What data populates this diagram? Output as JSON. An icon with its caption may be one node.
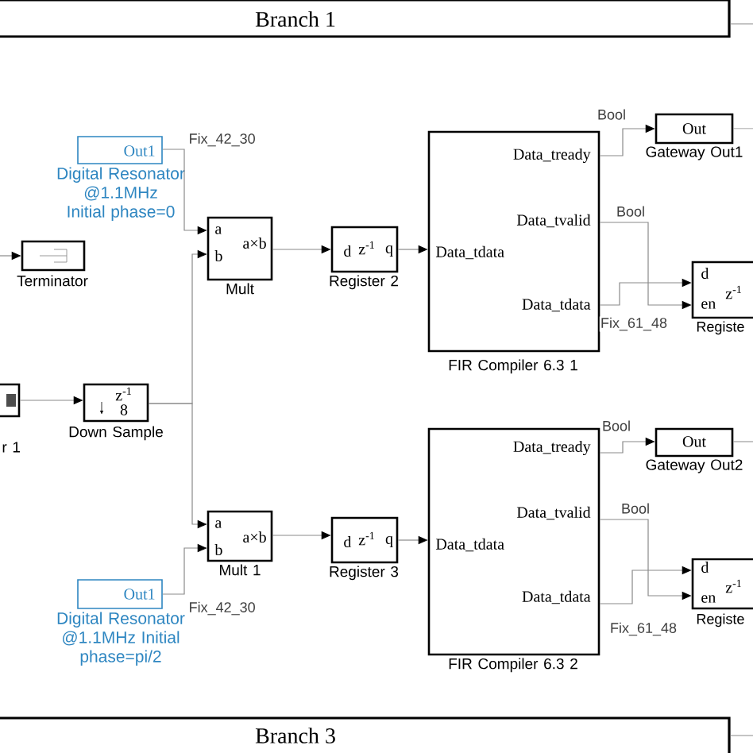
{
  "diagram": {
    "nodes": [
      {
        "text": [
          "Branch 1"
        ]
      },
      {
        "text": [
          "Out1"
        ],
        "beside": [
          "Digital Resonator @1.1MHz Initial phase=0"
        ]
      },
      {
        "text": [],
        "shape": "box",
        "beside": [
          "Terminator"
        ]
      },
      {
        "text": [
          "a",
          "b",
          "a×b"
        ],
        "beside": [
          "Mult"
        ]
      },
      {
        "text": [
          "d",
          "z$^{-1}$",
          "q"
        ],
        "beside": [
          "Register 2"
        ]
      },
      {
        "text": [
          "Data_tready",
          "Data_tvalid",
          "Data_tdata",
          "Data_tdata"
        ],
        "beside": [
          "FIR Compiler 6.3 1"
        ]
      },
      {
        "text": [
          "Out"
        ],
        "beside": [
          "Gateway Out1"
        ]
      },
      {
        "text": [
          "d",
          "en",
          "z$^{-1}$"
        ],
        "beside": [
          "Registe"
        ]
      },
      {
        "text": [],
        "shape": "box",
        "beside": [
          "r 1"
        ]
      },
      {
        "text": [
          "z$^{-1}$",
          "8"
        ],
        "beside": [
          "Down Sample"
        ]
      },
      {
        "text": [
          "a",
          "b",
          "a×b"
        ],
        "beside": [
          "Mult 1"
        ]
      },
      {
        "text": [
          "d",
          "z$^{-1}$",
          "q"
        ],
        "beside": [
          "Register 3"
        ]
      },
      {
        "text": [
          "Out1"
        ],
        "beside": [
          "Digital Resonator @1.1MHz Initial phase=pi/2"
        ]
      },
      {
        "text": [
          "Data_tready",
          "Data_tvalid",
          "Data_tdata",
          "Data_tdata"
        ],
        "beside": [
          "FIR Compiler 6.3 2"
        ]
      },
      {
        "text": [
          "Out"
        ],
        "beside": [
          "Gateway Out2"
        ]
      },
      {
        "text": [
          "d",
          "en",
          "z$^{-1}$"
        ],
        "beside": [
          "Registe"
        ]
      },
      {
        "text": [
          "Branch 3"
        ]
      }
    ],
    "edges": [
      {
        "from": 1,
        "to": 3,
        "arrow": "to",
        "label": "Fix_42_30"
      },
      {
        "from": 9,
        "to": 3,
        "arrow": "to"
      },
      {
        "from": 9,
        "to": 10,
        "arrow": "to"
      },
      {
        "from": 12,
        "to": 10,
        "arrow": "to",
        "label": "Fix_42_30"
      },
      {
        "from": 3,
        "to": 4,
        "arrow": "to"
      },
      {
        "from": 4,
        "to": 5,
        "arrow": "to"
      },
      {
        "from": 5,
        "to": 6,
        "arrow": "to",
        "label": "Bool"
      },
      {
        "from": 5,
        "to": 7,
        "arrow": "to",
        "label": "Bool"
      },
      {
        "from": 5,
        "to": 7,
        "arrow": "to",
        "label": "Fix_61_48"
      },
      {
        "from": 8,
        "to": 9,
        "arrow": "to"
      },
      {
        "from": null,
        "to": 2,
        "arrow": "to"
      },
      {
        "from": 6,
        "to": null,
        "arrow": "none"
      },
      {
        "from": 10,
        "to": 11,
        "arrow": "to"
      },
      {
        "from": 11,
        "to": 13,
        "arrow": "to"
      },
      {
        "from": 13,
        "to": 14,
        "arrow": "to",
        "label": "Bool"
      },
      {
        "from": 13,
        "to": 15,
        "arrow": "to",
        "label": "Bool"
      },
      {
        "from": 13,
        "to": 15,
        "arrow": "to",
        "label": "Fix_61_48"
      },
      {
        "from": 14,
        "to": null,
        "arrow": "none"
      },
      {
        "from": 0,
        "to": null,
        "arrow": "none"
      },
      {
        "from": 16,
        "to": null,
        "arrow": "none"
      }
    ]
  }
}
